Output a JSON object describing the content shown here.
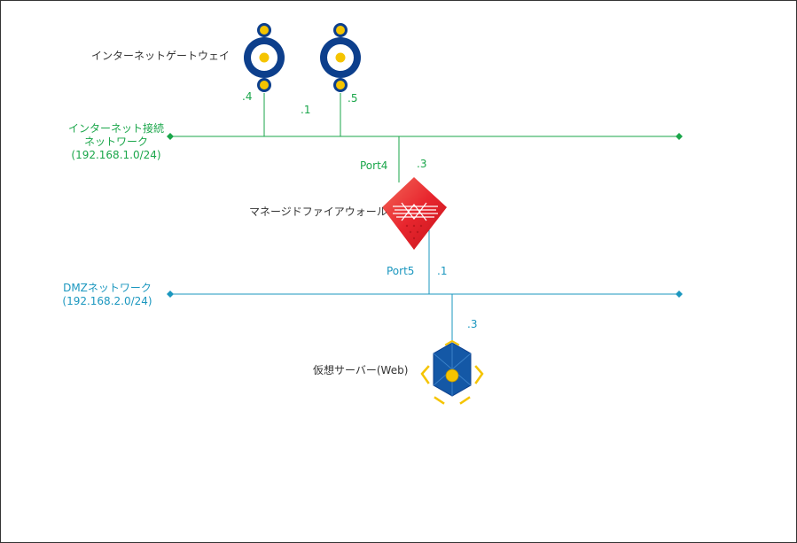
{
  "colors": {
    "internet_net": "#1aa64a",
    "dmz_net": "#1b97bf",
    "gateway_ring": "#0d3f8c",
    "gateway_dot": "#f5c400",
    "firewall": "#e8262e",
    "server_hex": "#1458a6",
    "server_bracket": "#f5c400"
  },
  "gateway": {
    "label": "インターネットゲートウェイ",
    "addr_left": ".4",
    "addr_right": ".5",
    "icon": "internet-gateway-icon"
  },
  "internet_network": {
    "name_line1": "インターネット接続",
    "name_line2": "ネットワーク",
    "cidr": "(192.168.1.0/24)",
    "vip": ".1"
  },
  "firewall": {
    "label": "マネージドファイアウォール",
    "port_upper": "Port4",
    "port_upper_addr": ".3",
    "port_lower": "Port5",
    "port_lower_addr": ".1",
    "icon": "managed-firewall-icon"
  },
  "dmz_network": {
    "name": "DMZネットワーク",
    "cidr": "(192.168.2.0/24)"
  },
  "server": {
    "label": "仮想サーバー(Web)",
    "addr": ".3",
    "icon": "virtual-server-icon"
  }
}
